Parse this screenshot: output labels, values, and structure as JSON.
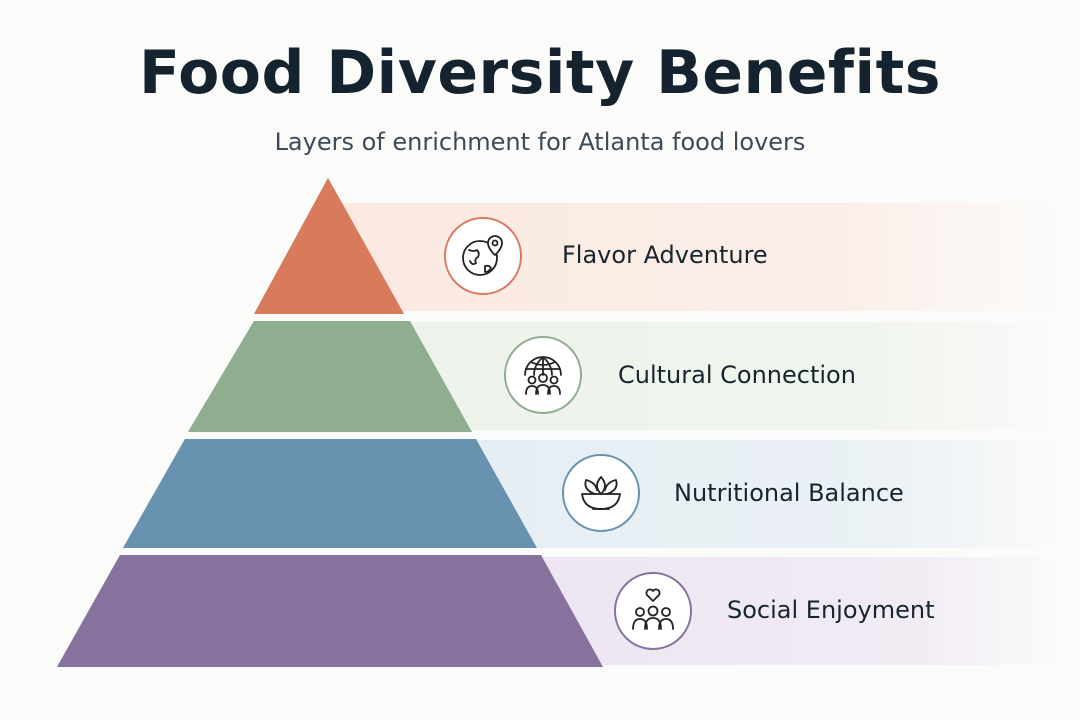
{
  "title": "Food Diversity Benefits",
  "subtitle": "Layers of enrichment for Atlanta food lovers",
  "layers": [
    {
      "label": "Flavor Adventure",
      "icon": "globe-map-pin-icon",
      "color": "#d77b5c",
      "band_color": "#fbece6"
    },
    {
      "label": "Cultural Connection",
      "icon": "globe-people-icon",
      "color": "#8eae8f",
      "band_color": "#eef3ec"
    },
    {
      "label": "Nutritional Balance",
      "icon": "salad-bowl-icon",
      "color": "#6893b0",
      "band_color": "#e9f0f5"
    },
    {
      "label": "Social Enjoyment",
      "icon": "heart-people-icon",
      "color": "#86729c",
      "band_color": "#efe9f3"
    }
  ]
}
